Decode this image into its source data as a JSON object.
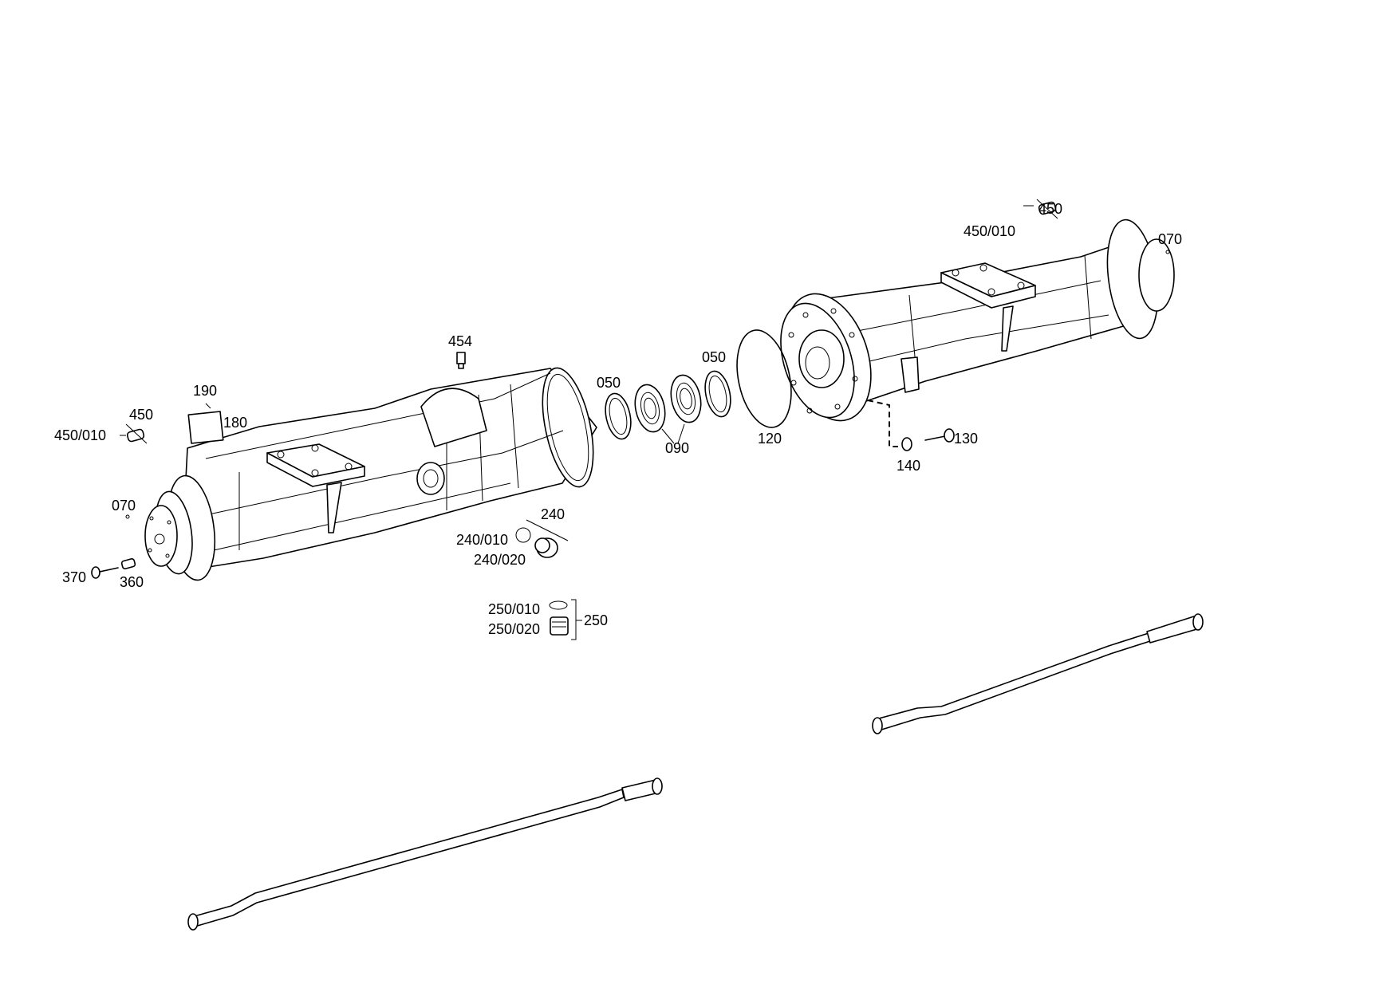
{
  "diagram": {
    "type": "exploded parts drawing",
    "labels": {
      "p454": "454",
      "p190": "190",
      "p180": "180",
      "p450_left": "450",
      "p450_010_left": "450/010",
      "p070_left": "070",
      "p370": "370",
      "p360": "360",
      "p240": "240",
      "p240_010": "240/010",
      "p240_020": "240/020",
      "p250_010": "250/010",
      "p250_020": "250/020",
      "p250": "250",
      "p050_left": "050",
      "p090": "090",
      "p050_right": "050",
      "p120": "120",
      "p450_right": "450",
      "p450_010_right": "450/010",
      "p070_right": "070",
      "p130": "130",
      "p140": "140"
    }
  }
}
